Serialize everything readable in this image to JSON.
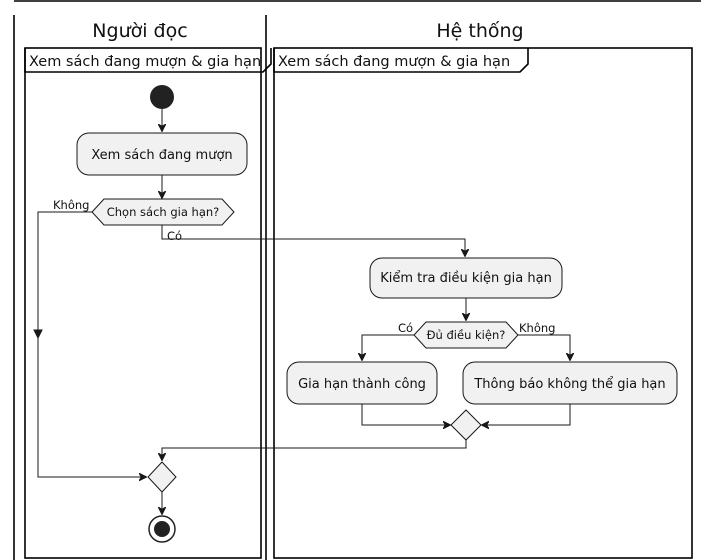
{
  "lanes": {
    "reader_title": "Người đọc",
    "system_title": "Hệ thống"
  },
  "frames": {
    "reader_label": "Xem sách đang mượn & gia hạn",
    "system_label": "Xem sách đang mượn & gia hạn"
  },
  "nodes": {
    "view_borrowed": "Xem sách đang mượn",
    "choose_renew": "Chọn sách gia hạn?",
    "check_conditions": "Kiểm tra điều kiện gia hạn",
    "enough_conditions": "Đủ điều kiện?",
    "renew_success": "Gia hạn thành công",
    "notify_cannot_renew": "Thông báo không thể gia hạn"
  },
  "guards": {
    "choose_no": "Không",
    "choose_yes": "Có",
    "cond_yes": "Có",
    "cond_no": "Không"
  },
  "colors": {
    "node_fill": "#f1f1f1",
    "stroke": "#181818"
  }
}
